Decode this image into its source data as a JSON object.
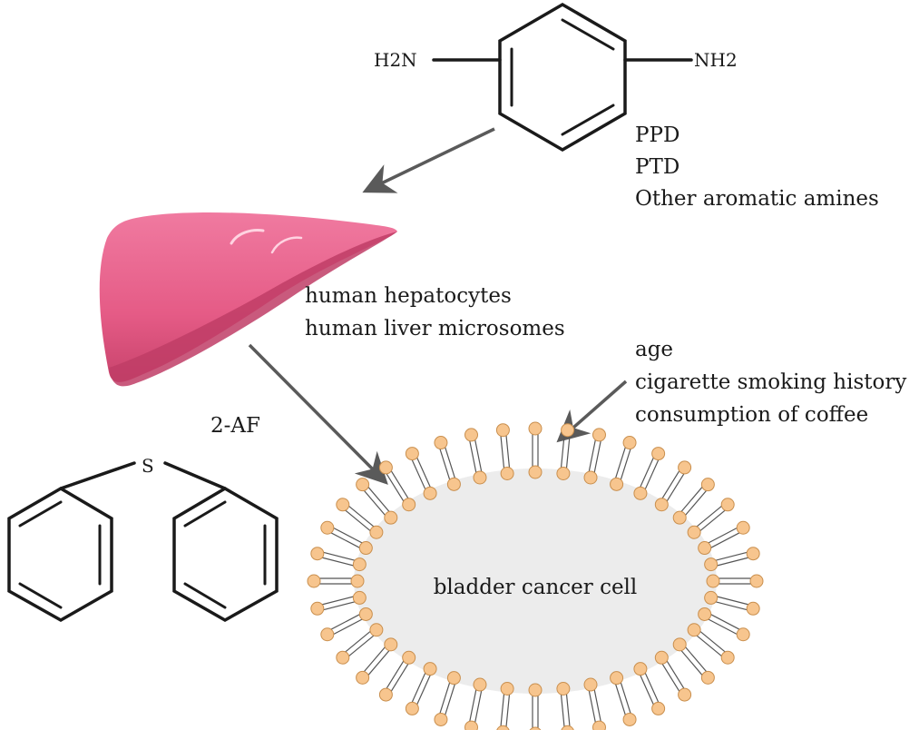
{
  "molecule_top": {
    "left_group": "H2N",
    "right_group": "NH2"
  },
  "compounds": [
    "PPD",
    "PTD",
    "Other aromatic amines"
  ],
  "liver_labels": [
    "human hepatocytes",
    "human liver microsomes"
  ],
  "risk_factors": [
    "age",
    "cigarette smoking history",
    "consumption of coffee"
  ],
  "molecule_bottom": {
    "name": "2-AF",
    "bridge_atom": "S"
  },
  "cell_label": "bladder cancer cell",
  "colors": {
    "liver": "#e8628a",
    "liver_dark": "#c9416b",
    "lipid_head": "#f7c58e",
    "lipid_head_stroke": "#c98f4e",
    "cell_fill": "#ececec",
    "arrow": "#5a5a5a"
  }
}
